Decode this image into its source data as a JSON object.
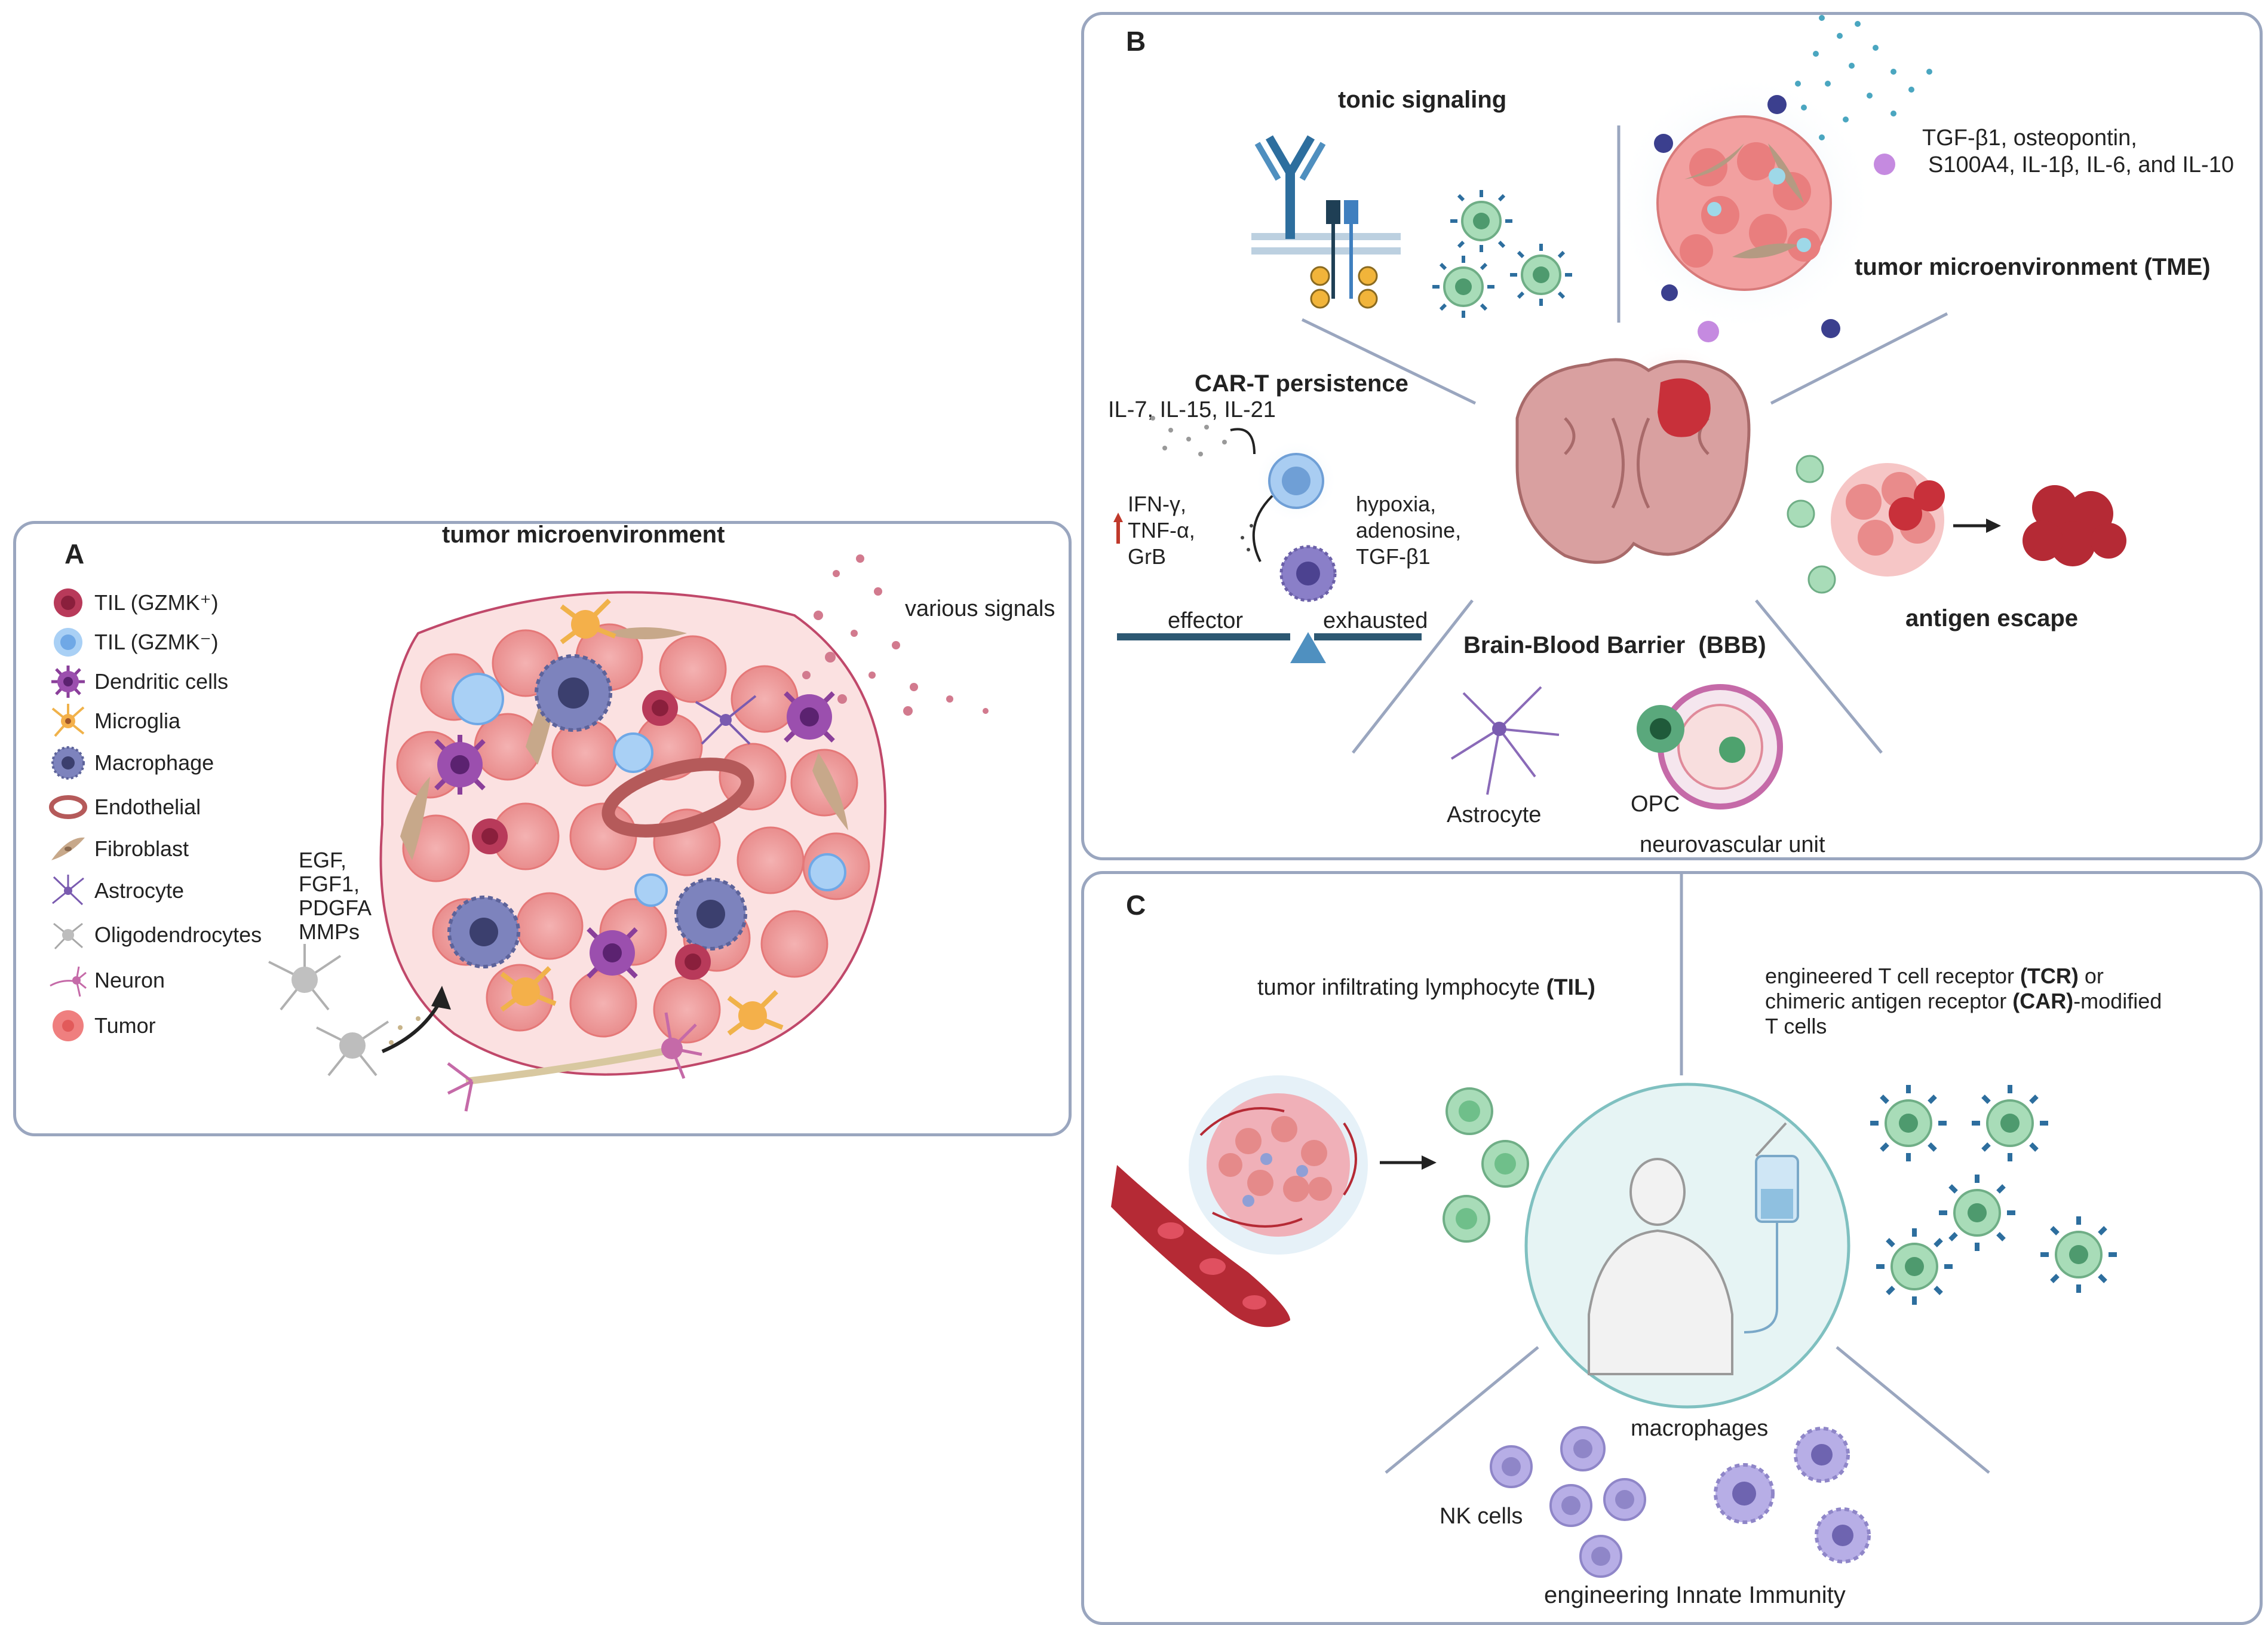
{
  "panel_a": {
    "letter": "A",
    "title": "tumor microenvironment",
    "various_signals": "various signals",
    "growth_factors": [
      "EGF,",
      "FGF1,",
      "PDGFA",
      "MMPs"
    ],
    "legend": [
      {
        "label": "TIL (GZMK⁺)",
        "icon": "til-gzmk-pos-icon",
        "color": "#b83a5a"
      },
      {
        "label": "TIL (GZMK⁻)",
        "icon": "til-gzmk-neg-icon",
        "color": "#8fbfee"
      },
      {
        "label": "Dendritic cells",
        "icon": "dendritic-cell-icon",
        "color": "#8a3f9a"
      },
      {
        "label": "Microglia",
        "icon": "microglia-icon",
        "color": "#f0b24a"
      },
      {
        "label": "Macrophage",
        "icon": "macrophage-icon",
        "color": "#5d639a"
      },
      {
        "label": "Endothelial",
        "icon": "endothelial-icon",
        "color": "#b55a5a"
      },
      {
        "label": "Fibroblast",
        "icon": "fibroblast-icon",
        "color": "#c7a88a"
      },
      {
        "label": "Astrocyte",
        "icon": "astrocyte-icon",
        "color": "#7a5bb0"
      },
      {
        "label": "Oligodendrocytes",
        "icon": "oligodendrocyte-icon",
        "color": "#a8a8a8"
      },
      {
        "label": "Neuron",
        "icon": "neuron-icon",
        "color": "#c56aa8"
      },
      {
        "label": "Tumor",
        "icon": "tumor-cell-icon",
        "color": "#ef7f7f"
      }
    ]
  },
  "panel_b": {
    "letter": "B",
    "tonic_signaling": "tonic signaling",
    "tme_factors_line1": "TGF-β1, osteopontin,",
    "tme_factors_line2": "S100A4, IL-1β, IL-6, and IL-10",
    "tme_title": "tumor microenvironment (TME)",
    "car_t_persistence": "CAR-T persistence",
    "cytokines": "IL-7, IL-15, IL-21",
    "up_factors": [
      "IFN-γ,",
      "TNF-α,",
      "GrB"
    ],
    "suppressors": [
      "hypoxia,",
      "adenosine,",
      "TGF-β1"
    ],
    "effector": "effector",
    "exhausted": "exhausted",
    "bbb": "Brain-Blood Barrier  (BBB)",
    "antigen_escape": "antigen escape",
    "astrocyte": "Astrocyte",
    "opc": "OPC",
    "neurovascular_unit": "neurovascular unit"
  },
  "panel_c": {
    "letter": "C",
    "til_prefix": "tumor infiltrating lymphocyte ",
    "til_bold": "(TIL)",
    "tcr_line1_prefix": "engineered T cell receptor ",
    "tcr_line1_bold": "(TCR)",
    "tcr_line1_suffix": " or",
    "tcr_line2_prefix": "chimeric antigen receptor ",
    "tcr_line2_bold": "(CAR)",
    "tcr_line2_suffix": "-modified",
    "tcr_line3": "T cells",
    "macrophages": "macrophages",
    "nk_cells": "NK cells",
    "innate": "engineering Innate Immunity"
  },
  "colors": {
    "panel_border": "#9aa6bf",
    "tumor": "#ef8b8b",
    "tumor_dark": "#c8303a",
    "tcell_green": "#7fc79a",
    "receptor_blue": "#2d6e9e",
    "brain": "#d9a0a0"
  }
}
